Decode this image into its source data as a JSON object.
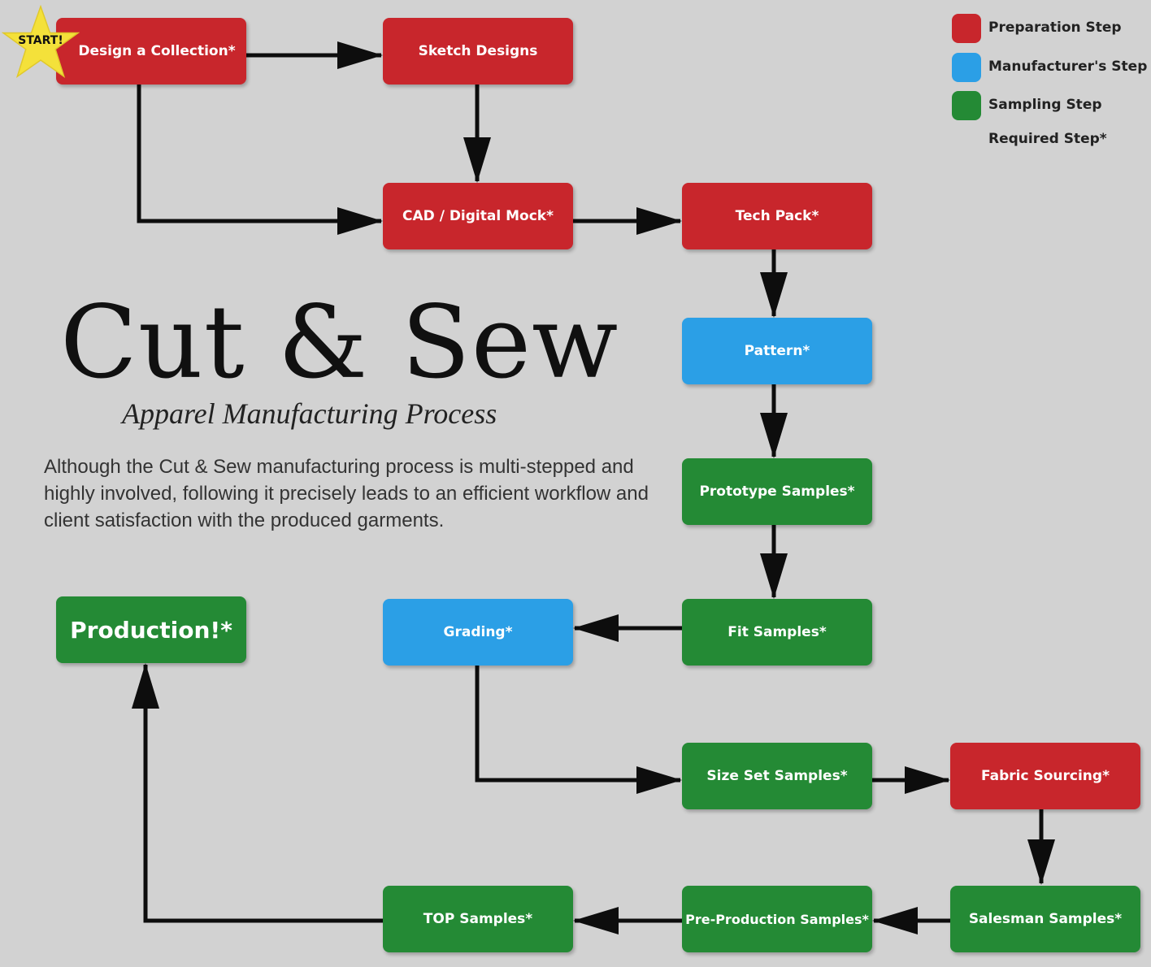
{
  "title": "Cut & Sew",
  "subtitle": "Apparel Manufacturing Process",
  "description": "Although the Cut & Sew manufacturing process is multi-stepped and highly involved, following it precisely leads to an efficient workflow and client satisfaction with the produced garments.",
  "start_label": "START!",
  "colors": {
    "preparation": "#c8262c",
    "manufacturer": "#2b9fe6",
    "sampling": "#248a35",
    "star": "#f4e13a",
    "background": "#d2d2d2"
  },
  "legend": {
    "preparation": "Preparation Step",
    "manufacturer": "Manufacturer's Step",
    "sampling": "Sampling Step",
    "required": "Required Step*"
  },
  "steps": {
    "design_collection": "Design a Collection*",
    "sketch_designs": "Sketch Designs",
    "cad_digital_mock": "CAD / Digital Mock*",
    "tech_pack": "Tech Pack*",
    "pattern": "Pattern*",
    "prototype_samples": "Prototype Samples*",
    "fit_samples": "Fit Samples*",
    "grading": "Grading*",
    "production": "Production!*",
    "size_set_samples": "Size Set Samples*",
    "fabric_sourcing": "Fabric Sourcing*",
    "salesman_samples": "Salesman Samples*",
    "pre_production_samples": "Pre-Production Samples*",
    "top_samples": "TOP Samples*"
  },
  "flow": [
    {
      "from": "design_collection",
      "to": "sketch_designs"
    },
    {
      "from": "design_collection",
      "to": "cad_digital_mock"
    },
    {
      "from": "sketch_designs",
      "to": "cad_digital_mock"
    },
    {
      "from": "cad_digital_mock",
      "to": "tech_pack"
    },
    {
      "from": "tech_pack",
      "to": "pattern"
    },
    {
      "from": "pattern",
      "to": "prototype_samples"
    },
    {
      "from": "prototype_samples",
      "to": "fit_samples"
    },
    {
      "from": "fit_samples",
      "to": "grading"
    },
    {
      "from": "grading",
      "to": "size_set_samples"
    },
    {
      "from": "size_set_samples",
      "to": "fabric_sourcing"
    },
    {
      "from": "fabric_sourcing",
      "to": "salesman_samples"
    },
    {
      "from": "salesman_samples",
      "to": "pre_production_samples"
    },
    {
      "from": "pre_production_samples",
      "to": "top_samples"
    },
    {
      "from": "top_samples",
      "to": "production"
    }
  ]
}
